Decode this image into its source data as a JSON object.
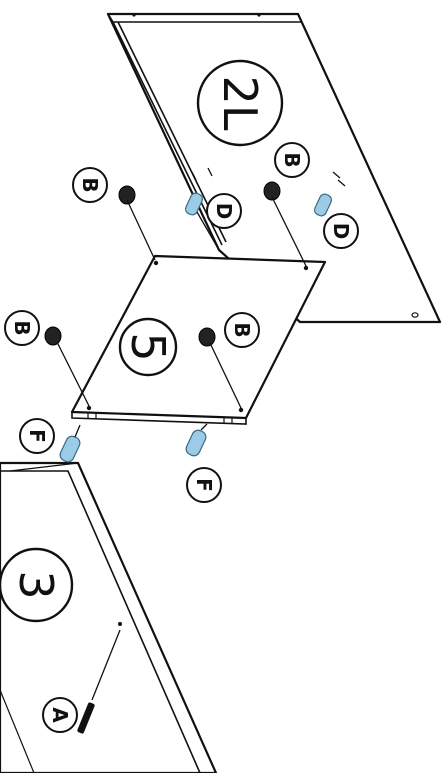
{
  "parts": {
    "side_right": "2L",
    "side_left": "3",
    "shelf": "5"
  },
  "hardware": {
    "cam_lock": "B",
    "dowel_small": "D",
    "dowel_large": "F",
    "screw": "A"
  },
  "colors": {
    "line": "#111111",
    "dowel_fill": "#9ccbe6",
    "background": "#ffffff"
  }
}
